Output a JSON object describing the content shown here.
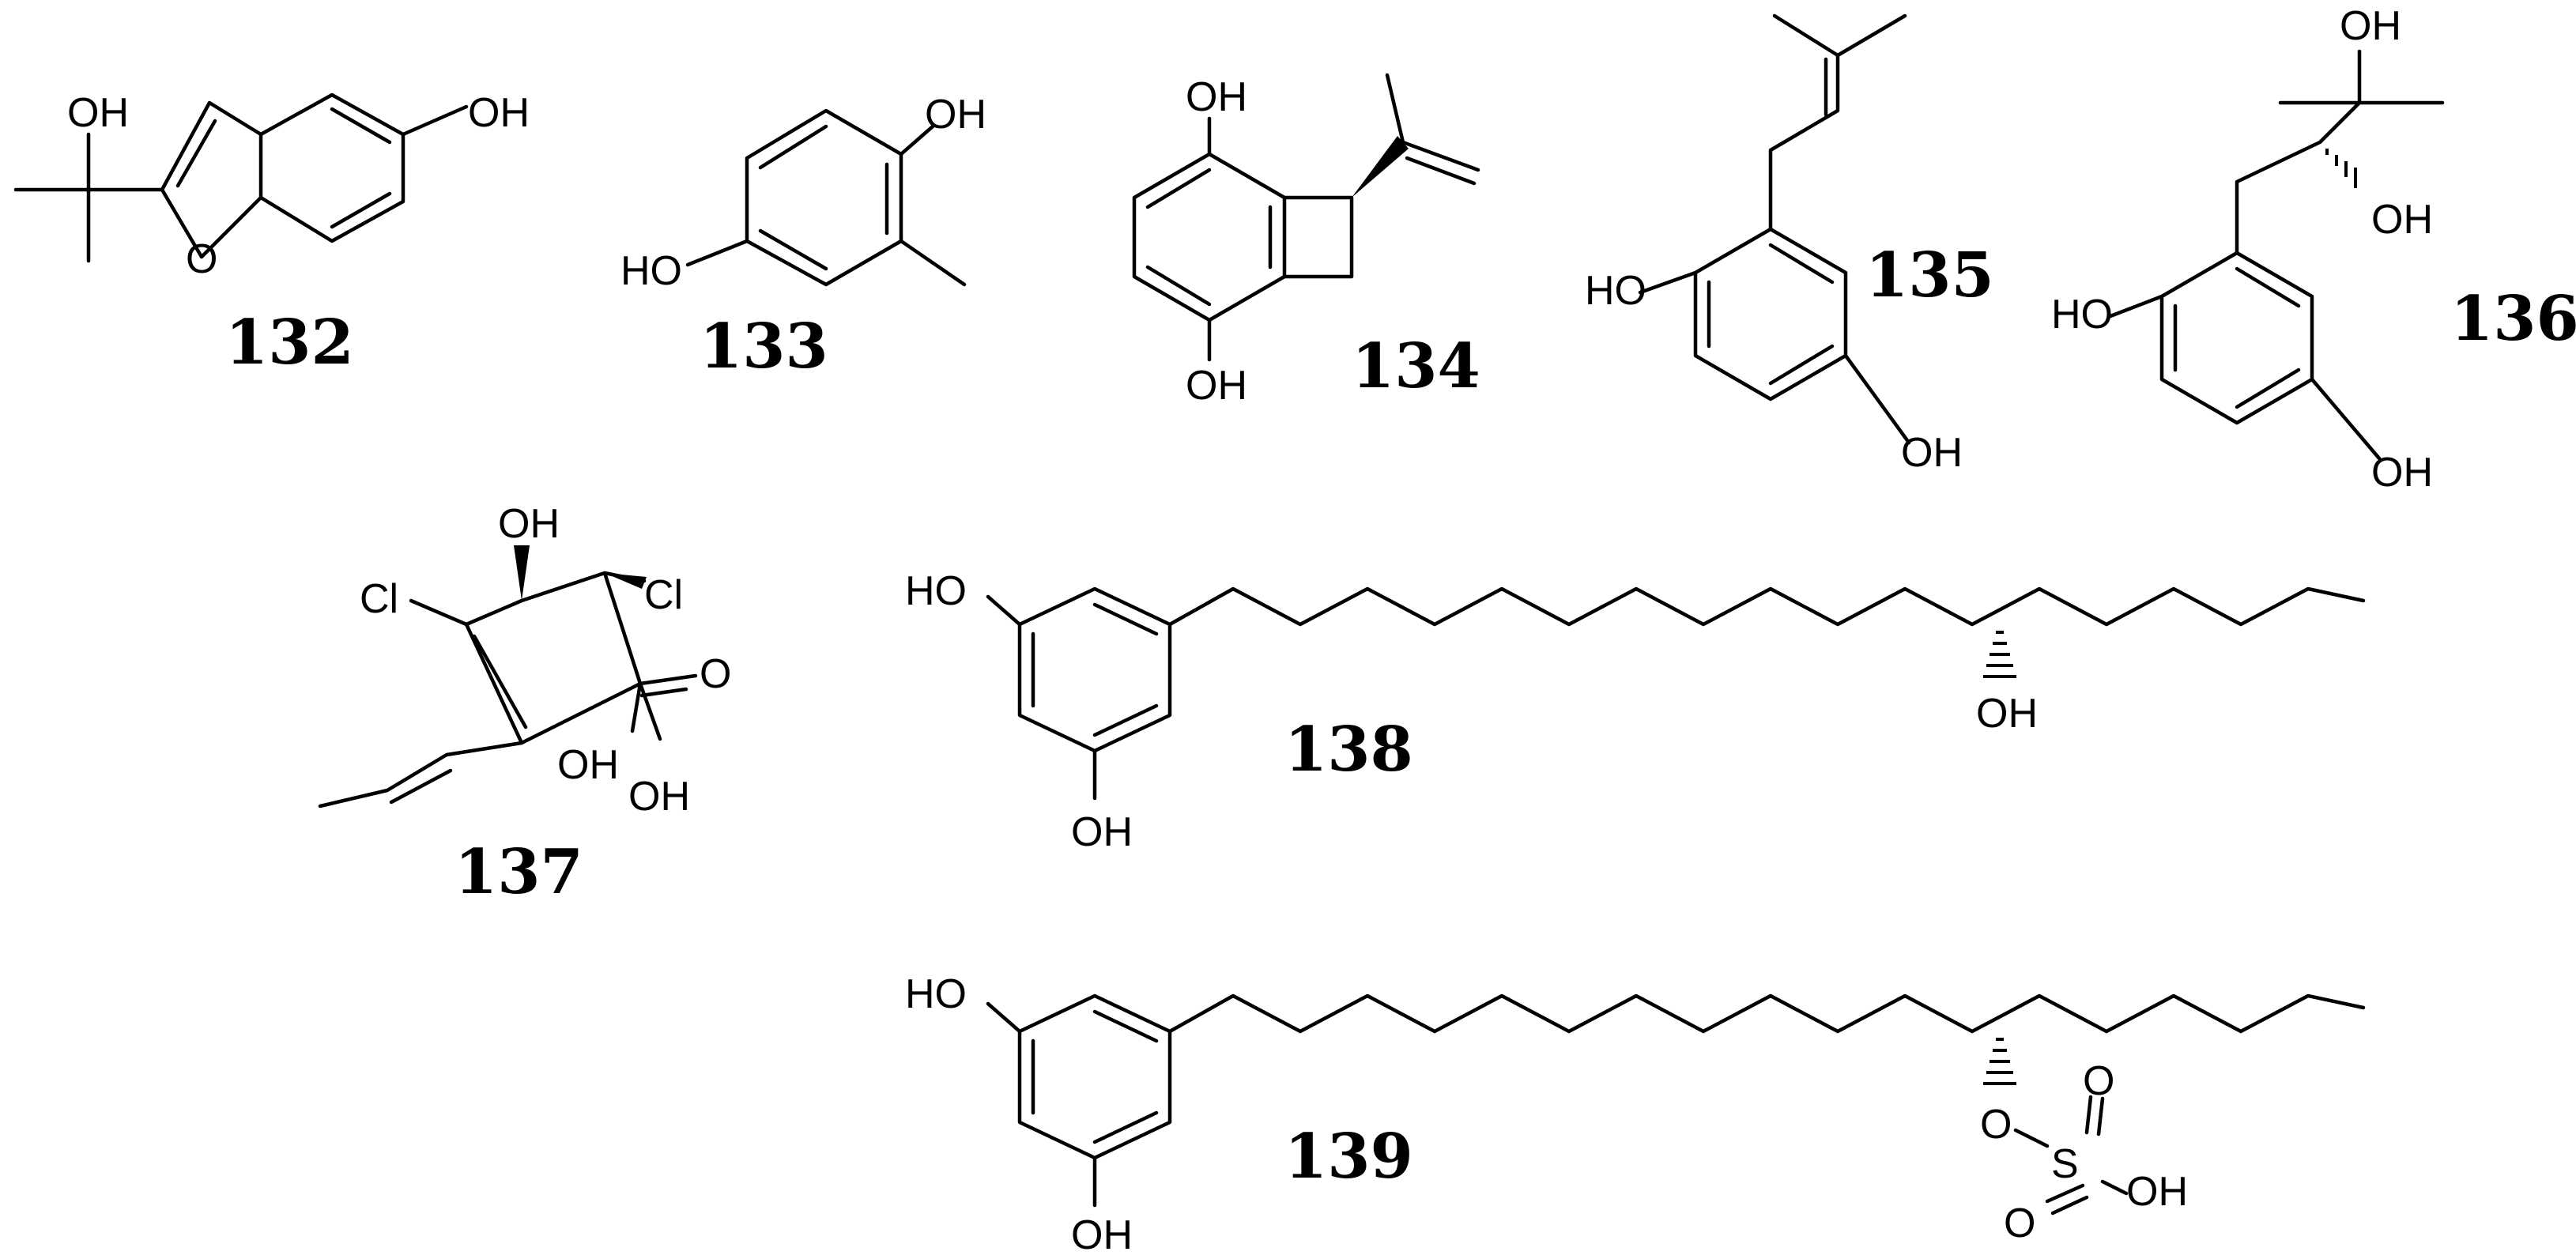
{
  "figure": {
    "compounds": [
      {
        "id": "132",
        "labels": [
          "OH",
          "OH",
          "O"
        ]
      },
      {
        "id": "133",
        "labels": [
          "OH",
          "HO"
        ]
      },
      {
        "id": "134",
        "labels": [
          "OH",
          "OH"
        ]
      },
      {
        "id": "135",
        "labels": [
          "HO",
          "OH"
        ]
      },
      {
        "id": "136",
        "labels": [
          "OH",
          "OH",
          "HO",
          "OH"
        ]
      },
      {
        "id": "137",
        "labels": [
          "OH",
          "Cl",
          "Cl",
          "O",
          "OH",
          "OH"
        ]
      },
      {
        "id": "138",
        "labels": [
          "HO",
          "OH",
          "OH"
        ]
      },
      {
        "id": "139",
        "labels": [
          "HO",
          "OH",
          "O",
          "S",
          "O",
          "O",
          "OH"
        ]
      }
    ]
  }
}
